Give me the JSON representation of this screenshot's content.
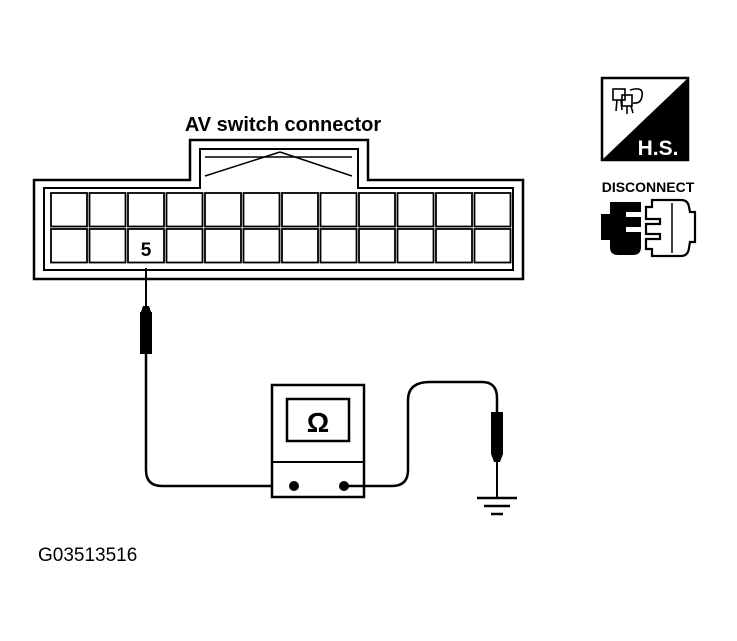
{
  "connector": {
    "title": "AV switch connector",
    "terminal_label": "5",
    "rows": 2,
    "columns": 12,
    "probed_terminal": {
      "row": 2,
      "column": 3
    }
  },
  "meter": {
    "symbol": "Ω"
  },
  "badges": {
    "hs_text": "H.S.",
    "disconnect_text": "DISCONNECT"
  },
  "figure_id": "G03513516",
  "colors": {
    "ink": "#000000",
    "paper": "#ffffff"
  }
}
